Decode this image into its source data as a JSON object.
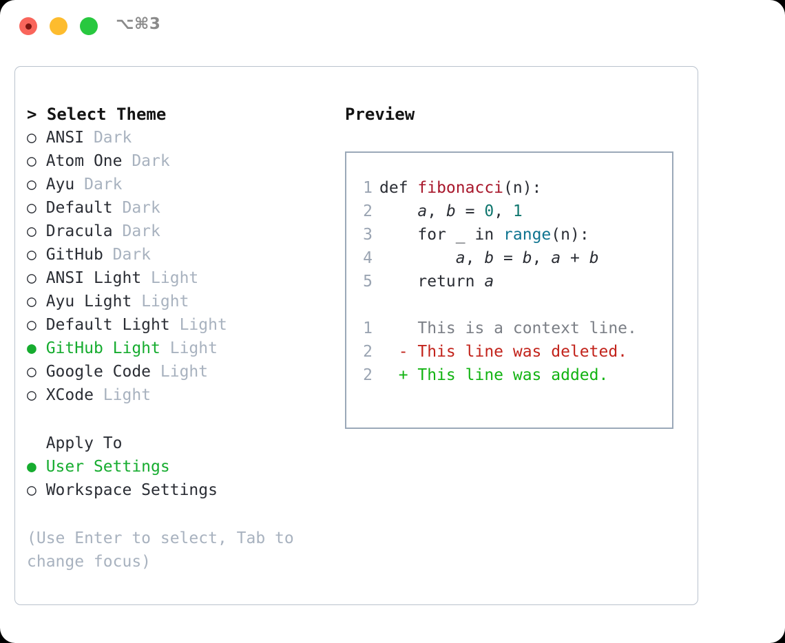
{
  "titlebar": {
    "shortcut": "⌥⌘3",
    "buttons": [
      {
        "name": "close",
        "color": "#f9655b"
      },
      {
        "name": "minimize",
        "color": "#fdbc2e"
      },
      {
        "name": "zoom",
        "color": "#28c83f"
      }
    ]
  },
  "theme_picker": {
    "heading": "> Select Theme",
    "items": [
      {
        "marker": "○",
        "name": "ANSI",
        "tag": "Dark",
        "selected": false
      },
      {
        "marker": "○",
        "name": "Atom One",
        "tag": "Dark",
        "selected": false
      },
      {
        "marker": "○",
        "name": "Ayu",
        "tag": "Dark",
        "selected": false
      },
      {
        "marker": "○",
        "name": "Default",
        "tag": "Dark",
        "selected": false
      },
      {
        "marker": "○",
        "name": "Dracula",
        "tag": "Dark",
        "selected": false
      },
      {
        "marker": "○",
        "name": "GitHub",
        "tag": "Dark",
        "selected": false
      },
      {
        "marker": "○",
        "name": "ANSI Light",
        "tag": "Light",
        "selected": false
      },
      {
        "marker": "○",
        "name": "Ayu Light",
        "tag": "Light",
        "selected": false
      },
      {
        "marker": "○",
        "name": "Default Light",
        "tag": "Light",
        "selected": false
      },
      {
        "marker": "●",
        "name": "GitHub Light",
        "tag": "Light",
        "selected": true
      },
      {
        "marker": "○",
        "name": "Google Code",
        "tag": "Light",
        "selected": false
      },
      {
        "marker": "○",
        "name": "XCode",
        "tag": "Light",
        "selected": false
      }
    ]
  },
  "apply_to": {
    "heading": "  Apply To",
    "items": [
      {
        "marker": "●",
        "label": "User Settings",
        "selected": true
      },
      {
        "marker": "○",
        "label": "Workspace Settings",
        "selected": false
      }
    ]
  },
  "hint": "(Use Enter to select, Tab to change focus)",
  "preview": {
    "title": "Preview",
    "code_lines": [
      {
        "number": "1",
        "tokens": [
          {
            "text": "def ",
            "style": "plain"
          },
          {
            "text": "fibonacci",
            "style": "func"
          },
          {
            "text": "(n):",
            "style": "plain"
          }
        ]
      },
      {
        "number": "2",
        "tokens": [
          {
            "text": "    ",
            "style": "plain"
          },
          {
            "text": "a",
            "style": "var"
          },
          {
            "text": ", ",
            "style": "plain"
          },
          {
            "text": "b",
            "style": "var"
          },
          {
            "text": " = ",
            "style": "plain"
          },
          {
            "text": "0",
            "style": "num"
          },
          {
            "text": ", ",
            "style": "plain"
          },
          {
            "text": "1",
            "style": "num"
          }
        ]
      },
      {
        "number": "3",
        "tokens": [
          {
            "text": "    for ",
            "style": "plain"
          },
          {
            "text": "_",
            "style": "plain"
          },
          {
            "text": " in ",
            "style": "plain"
          },
          {
            "text": "range",
            "style": "call"
          },
          {
            "text": "(n):",
            "style": "plain"
          }
        ]
      },
      {
        "number": "4",
        "tokens": [
          {
            "text": "        ",
            "style": "plain"
          },
          {
            "text": "a",
            "style": "var"
          },
          {
            "text": ", ",
            "style": "plain"
          },
          {
            "text": "b",
            "style": "var"
          },
          {
            "text": " = ",
            "style": "plain"
          },
          {
            "text": "b",
            "style": "var"
          },
          {
            "text": ", ",
            "style": "plain"
          },
          {
            "text": "a",
            "style": "var"
          },
          {
            "text": " + ",
            "style": "plain"
          },
          {
            "text": "b",
            "style": "var"
          }
        ]
      },
      {
        "number": "5",
        "tokens": [
          {
            "text": "    return ",
            "style": "plain"
          },
          {
            "text": "a",
            "style": "var"
          }
        ]
      }
    ],
    "diff_lines": [
      {
        "number": "1",
        "marker": " ",
        "text": " This is a context line.",
        "kind": "ctx"
      },
      {
        "number": "2",
        "marker": "-",
        "text": " This line was deleted.",
        "kind": "del"
      },
      {
        "number": "2",
        "marker": "+",
        "text": " This line was added.",
        "kind": "add"
      }
    ]
  },
  "colors": {
    "accent_green": "#16ac2f",
    "muted": "#a8b2bf",
    "border": "#b9c2cd",
    "code_border": "#9aa8b8",
    "func": "#a8172b",
    "call": "#0e7490",
    "number": "#0f766e",
    "diff_delete": "#c2231b",
    "diff_add": "#12b312",
    "diff_context": "#7b7f86"
  }
}
